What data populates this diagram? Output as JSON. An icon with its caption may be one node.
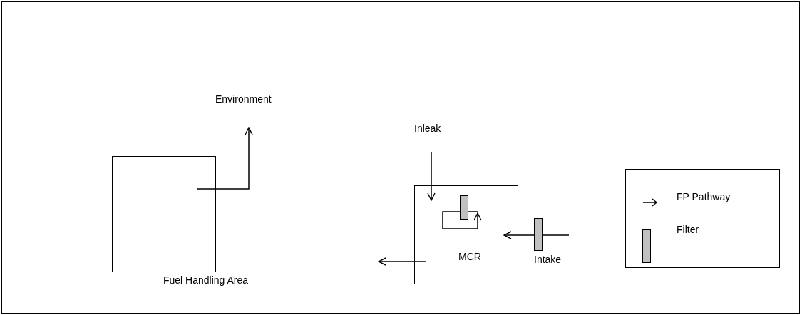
{
  "diagram": {
    "nodes": [
      {
        "text": [
          "Fuel Handling Area"
        ]
      },
      {
        "text": [
          "Environment"
        ]
      },
      {
        "text": [
          "MCR"
        ]
      },
      {
        "text": [
          "Inleak"
        ]
      },
      {
        "text": [
          "Intake"
        ]
      },
      {
        "text": [],
        "shape": "bar",
        "in": 2
      },
      {
        "text": [],
        "shape": "bar"
      }
    ],
    "edges": [
      {
        "from": 0,
        "to": 1,
        "arrow": "to"
      },
      {
        "from": 3,
        "to": 2,
        "arrow": "to"
      },
      {
        "from": 4,
        "to": 2,
        "arrow": "to"
      },
      {
        "from": 2,
        "to": null,
        "arrow": "to"
      },
      {
        "from": 5,
        "to": 5,
        "arrow": "to"
      }
    ],
    "legend": [
      {
        "text": "FP Pathway"
      },
      {
        "text": "Filter",
        "color": "#c0c0c0"
      }
    ]
  }
}
